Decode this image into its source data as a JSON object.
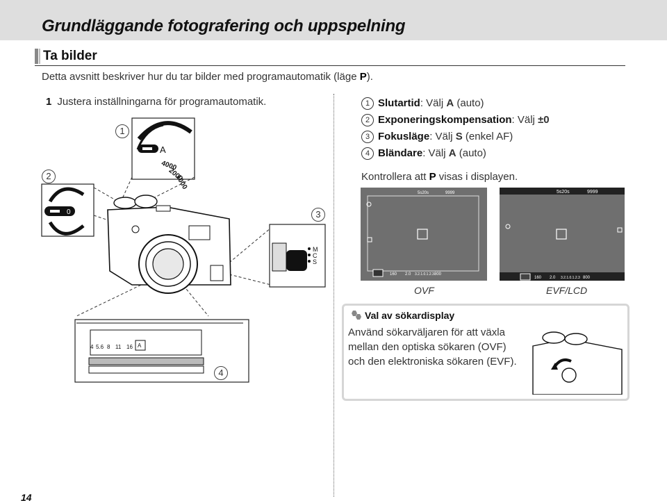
{
  "chapter_title": "Grundläggande fotografering och uppspelning",
  "section_title": "Ta bilder",
  "intro": {
    "text_before": "Detta avsnitt beskriver hur du tar bilder med programautomatik (läge ",
    "mode_letter": "P",
    "text_after": ")."
  },
  "step": {
    "number": "1",
    "text": "Justera inställningarna för programautomatik."
  },
  "settings": [
    {
      "num": "1",
      "label": "Slutartid",
      "sep": ": Välj ",
      "value": "A",
      "suffix": " (auto)"
    },
    {
      "num": "2",
      "label": "Exponeringskompensation",
      "sep": ": Välj ",
      "value": "±0",
      "suffix": ""
    },
    {
      "num": "3",
      "label": "Fokusläge",
      "sep": ": Välj ",
      "value": "S",
      "suffix": " (enkel AF)"
    },
    {
      "num": "4",
      "label": "Bländare",
      "sep": ": Välj ",
      "value": "A",
      "suffix": " (auto)"
    }
  ],
  "check": {
    "text_before": "Kontrollera att ",
    "mode_letter": "P",
    "text_after": " visas i displayen."
  },
  "callouts": {
    "c1": "1",
    "c2": "2",
    "c3": "3",
    "c4": "4"
  },
  "dial_labels": {
    "shutter_a": "A",
    "speed_4000": "4000",
    "speed_2000": "2000",
    "speed_1000": "1000",
    "exp_zero": "0",
    "focus_m": "M",
    "focus_c": "C",
    "focus_s": "S"
  },
  "screens": {
    "ovf_caption": "OVF",
    "evf_caption": "EVF/LCD",
    "ovf_top": "5s20s",
    "ovf_top_count": "9999",
    "ovf_bottom_iso": "160",
    "ovf_bottom_f": "2.0",
    "ovf_bottom_scale": "3.2.1.0.1.2.3",
    "ovf_bottom_iso2": "800",
    "evf_top": "5s20s",
    "evf_top_count": "9999",
    "evf_bottom_iso": "160",
    "evf_bottom_f": "2.0",
    "evf_bottom_scale": "3.2.1.0.1.2.3",
    "evf_bottom_iso2": "800"
  },
  "aperture_ring": {
    "marks": [
      "16",
      "11",
      "8",
      "5.6",
      "4"
    ],
    "a_mark": "A"
  },
  "note": {
    "title": "Val av sökardisplay",
    "body": "Använd sökarväljaren för att växla mellan den optiska sökaren (OVF) och den elektroniska sökaren (EVF)."
  },
  "page_number": "14",
  "colors": {
    "header_band": "#dedede",
    "screen": "#6f6f6f",
    "note_border": "#d6d6d6"
  }
}
